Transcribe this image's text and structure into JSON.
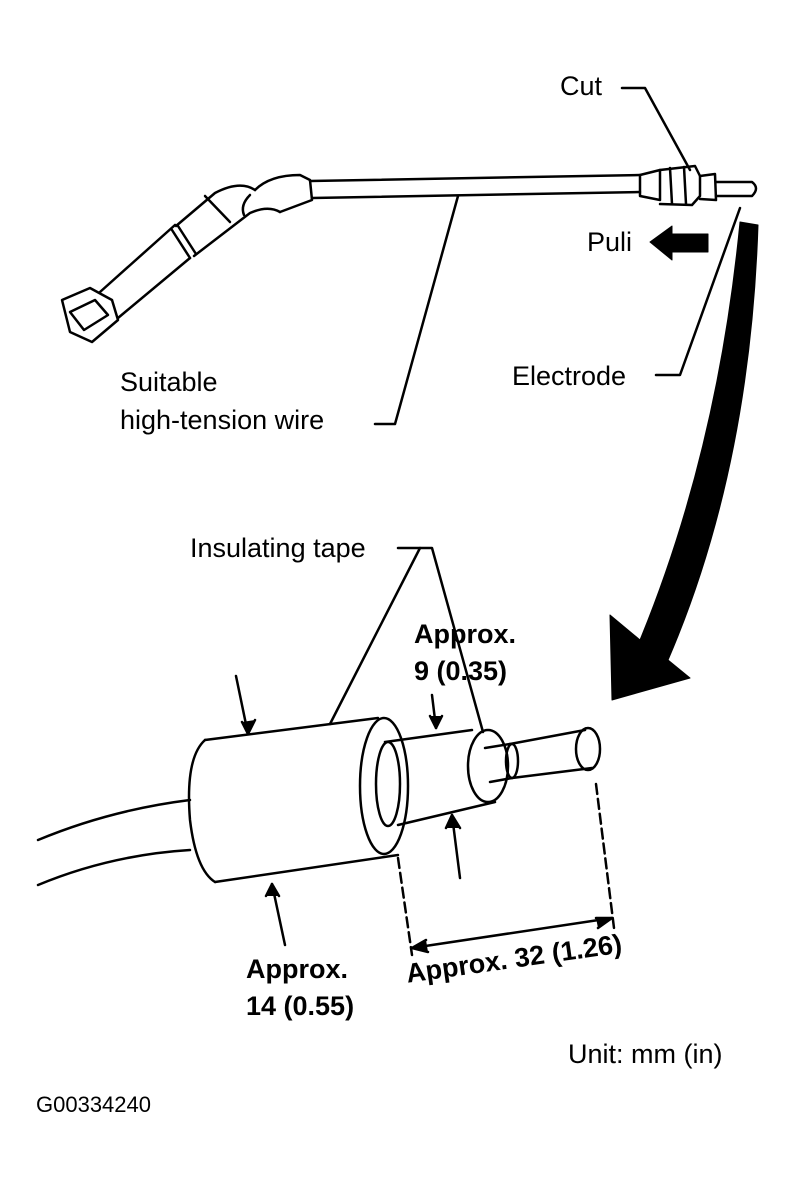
{
  "labels": {
    "cut": "Cut",
    "pull": "Puli",
    "electrode": "Electrode",
    "wire_line1": "Suitable",
    "wire_line2": "high-tension wire",
    "insulating_tape": "Insulating tape",
    "dim_9_line1": "Approx.",
    "dim_9_line2": "9 (0.35)",
    "dim_14_line1": "Approx.",
    "dim_14_line2": "14 (0.55)",
    "dim_32": "Approx. 32 (1.26)",
    "unit": "Unit: mm (in)",
    "figure_id": "G00334240"
  },
  "icons": {
    "pull_arrow": "left-arrow-icon",
    "direction_arrow": "curved-down-arrow-icon"
  },
  "colors": {
    "ink": "#000000",
    "paper": "#ffffff"
  }
}
